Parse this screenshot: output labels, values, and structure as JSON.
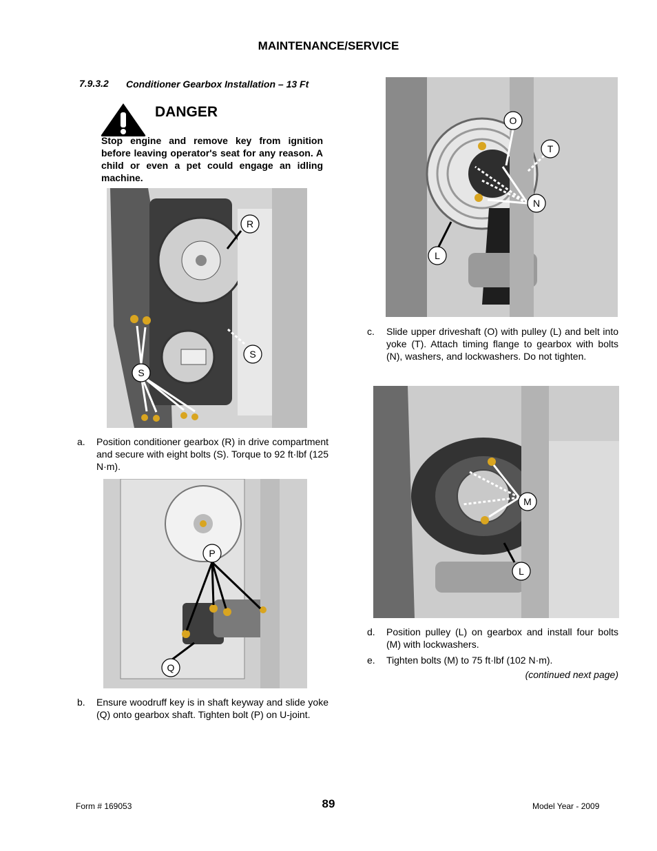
{
  "header": {
    "title": "MAINTENANCE/SERVICE"
  },
  "section": {
    "number": "7.9.3.2",
    "title": "Conditioner Gearbox Installation – 13 Ft"
  },
  "danger": {
    "title": "DANGER",
    "text": "Stop engine and remove key from ignition before leaving operator's seat for any reason. A child or even a pet could engage an idling machine."
  },
  "figures": {
    "fig1": {
      "callouts": [
        "R",
        "S",
        "S"
      ]
    },
    "fig2": {
      "callouts": [
        "P",
        "Q"
      ]
    },
    "fig3": {
      "callouts": [
        "O",
        "T",
        "N",
        "L"
      ]
    },
    "fig4": {
      "callouts": [
        "M",
        "L"
      ]
    }
  },
  "steps": [
    {
      "label": "a.",
      "text": "Position conditioner gearbox (R) in drive compartment and secure with eight bolts (S). Torque to 92 ft·lbf (125 N·m)."
    },
    {
      "label": "b.",
      "text": "Ensure woodruff key is in shaft keyway and slide yoke (Q) onto gearbox shaft. Tighten bolt (P) on U-joint."
    },
    {
      "label": "c.",
      "text": "Slide upper driveshaft (O) with pulley (L) and belt into yoke (T). Attach timing flange to gearbox with bolts (N), washers, and lockwashers. Do not tighten."
    },
    {
      "label": "d.",
      "text": "Position pulley (L) on gearbox and install four bolts (M) with lockwashers."
    },
    {
      "label": "e.",
      "text": "Tighten bolts (M) to 75 ft·lbf (102 N·m)."
    }
  ],
  "continued": "(continued next page)",
  "footer": {
    "form": "Form # 169053",
    "page": "89",
    "model_year": "Model Year - 2009"
  },
  "colors": {
    "bolt": "#d9a520",
    "photo_bg": "#d6d6d6",
    "photo_dark": "#3a3a3a"
  }
}
